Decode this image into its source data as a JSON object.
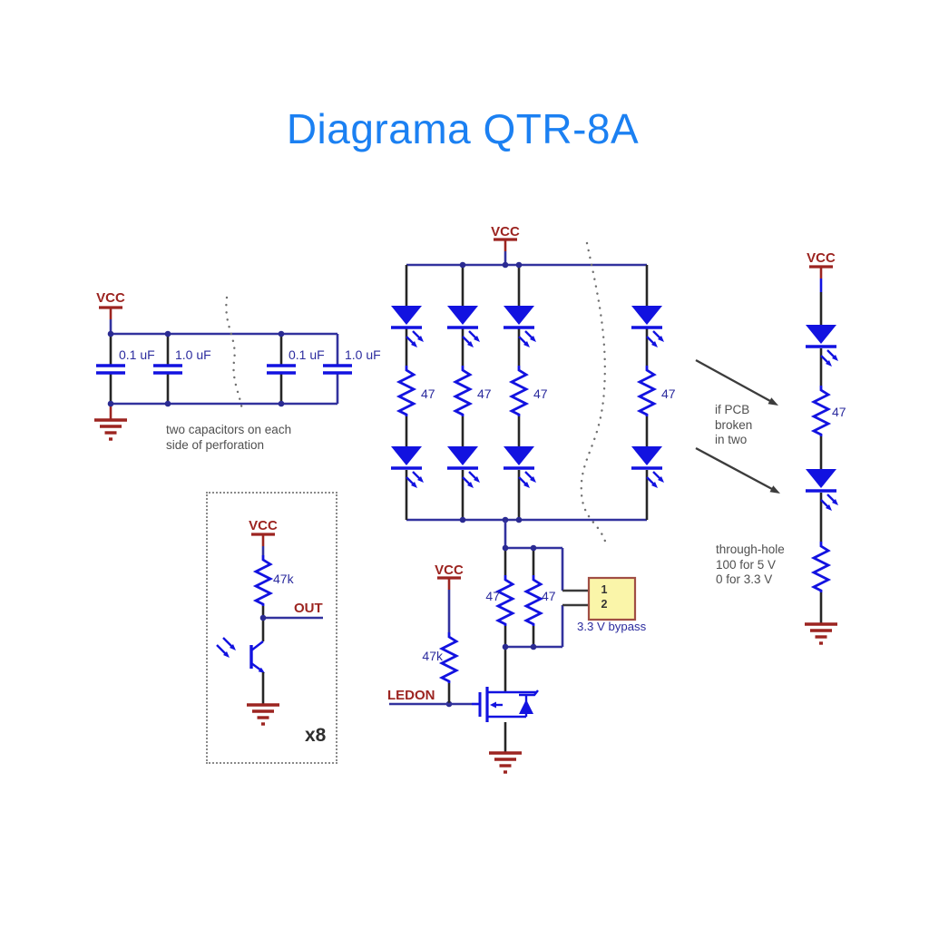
{
  "title": "Diagrama QTR-8A",
  "colors": {
    "title_blue": "#1b80f2",
    "wire_navy": "#32329e",
    "component_blue": "#1212e0",
    "net_label_red": "#9c2420",
    "note_gray": "#4f4f4f",
    "connector_fill": "#faf5a9",
    "connector_border": "#a04e44"
  },
  "cap_bank": {
    "vcc": "VCC",
    "cap_values": [
      "0.1 uF",
      "1.0 uF",
      "0.1 uF",
      "1.0 uF"
    ],
    "note": "two capacitors on each\nside of perforation"
  },
  "led_array": {
    "vcc": "VCC",
    "resistor_values": [
      "47",
      "47",
      "47",
      "47"
    ]
  },
  "driver": {
    "vcc": "VCC",
    "pullup": "47k",
    "net_ledon": "LEDON",
    "parallel_resistors": [
      "47",
      "47"
    ],
    "bypass_pin1": "1",
    "bypass_pin2": "2",
    "bypass_caption": "3.3 V bypass"
  },
  "sensor_cell": {
    "vcc": "VCC",
    "pullup": "47k",
    "net_out": "OUT",
    "multiplier": "x8"
  },
  "break_note": {
    "note": "if PCB\nbroken\nin two"
  },
  "right_column": {
    "vcc": "VCC",
    "resistor": "47",
    "note": "through-hole\n100 for 5 V\n0 for 3.3 V"
  }
}
